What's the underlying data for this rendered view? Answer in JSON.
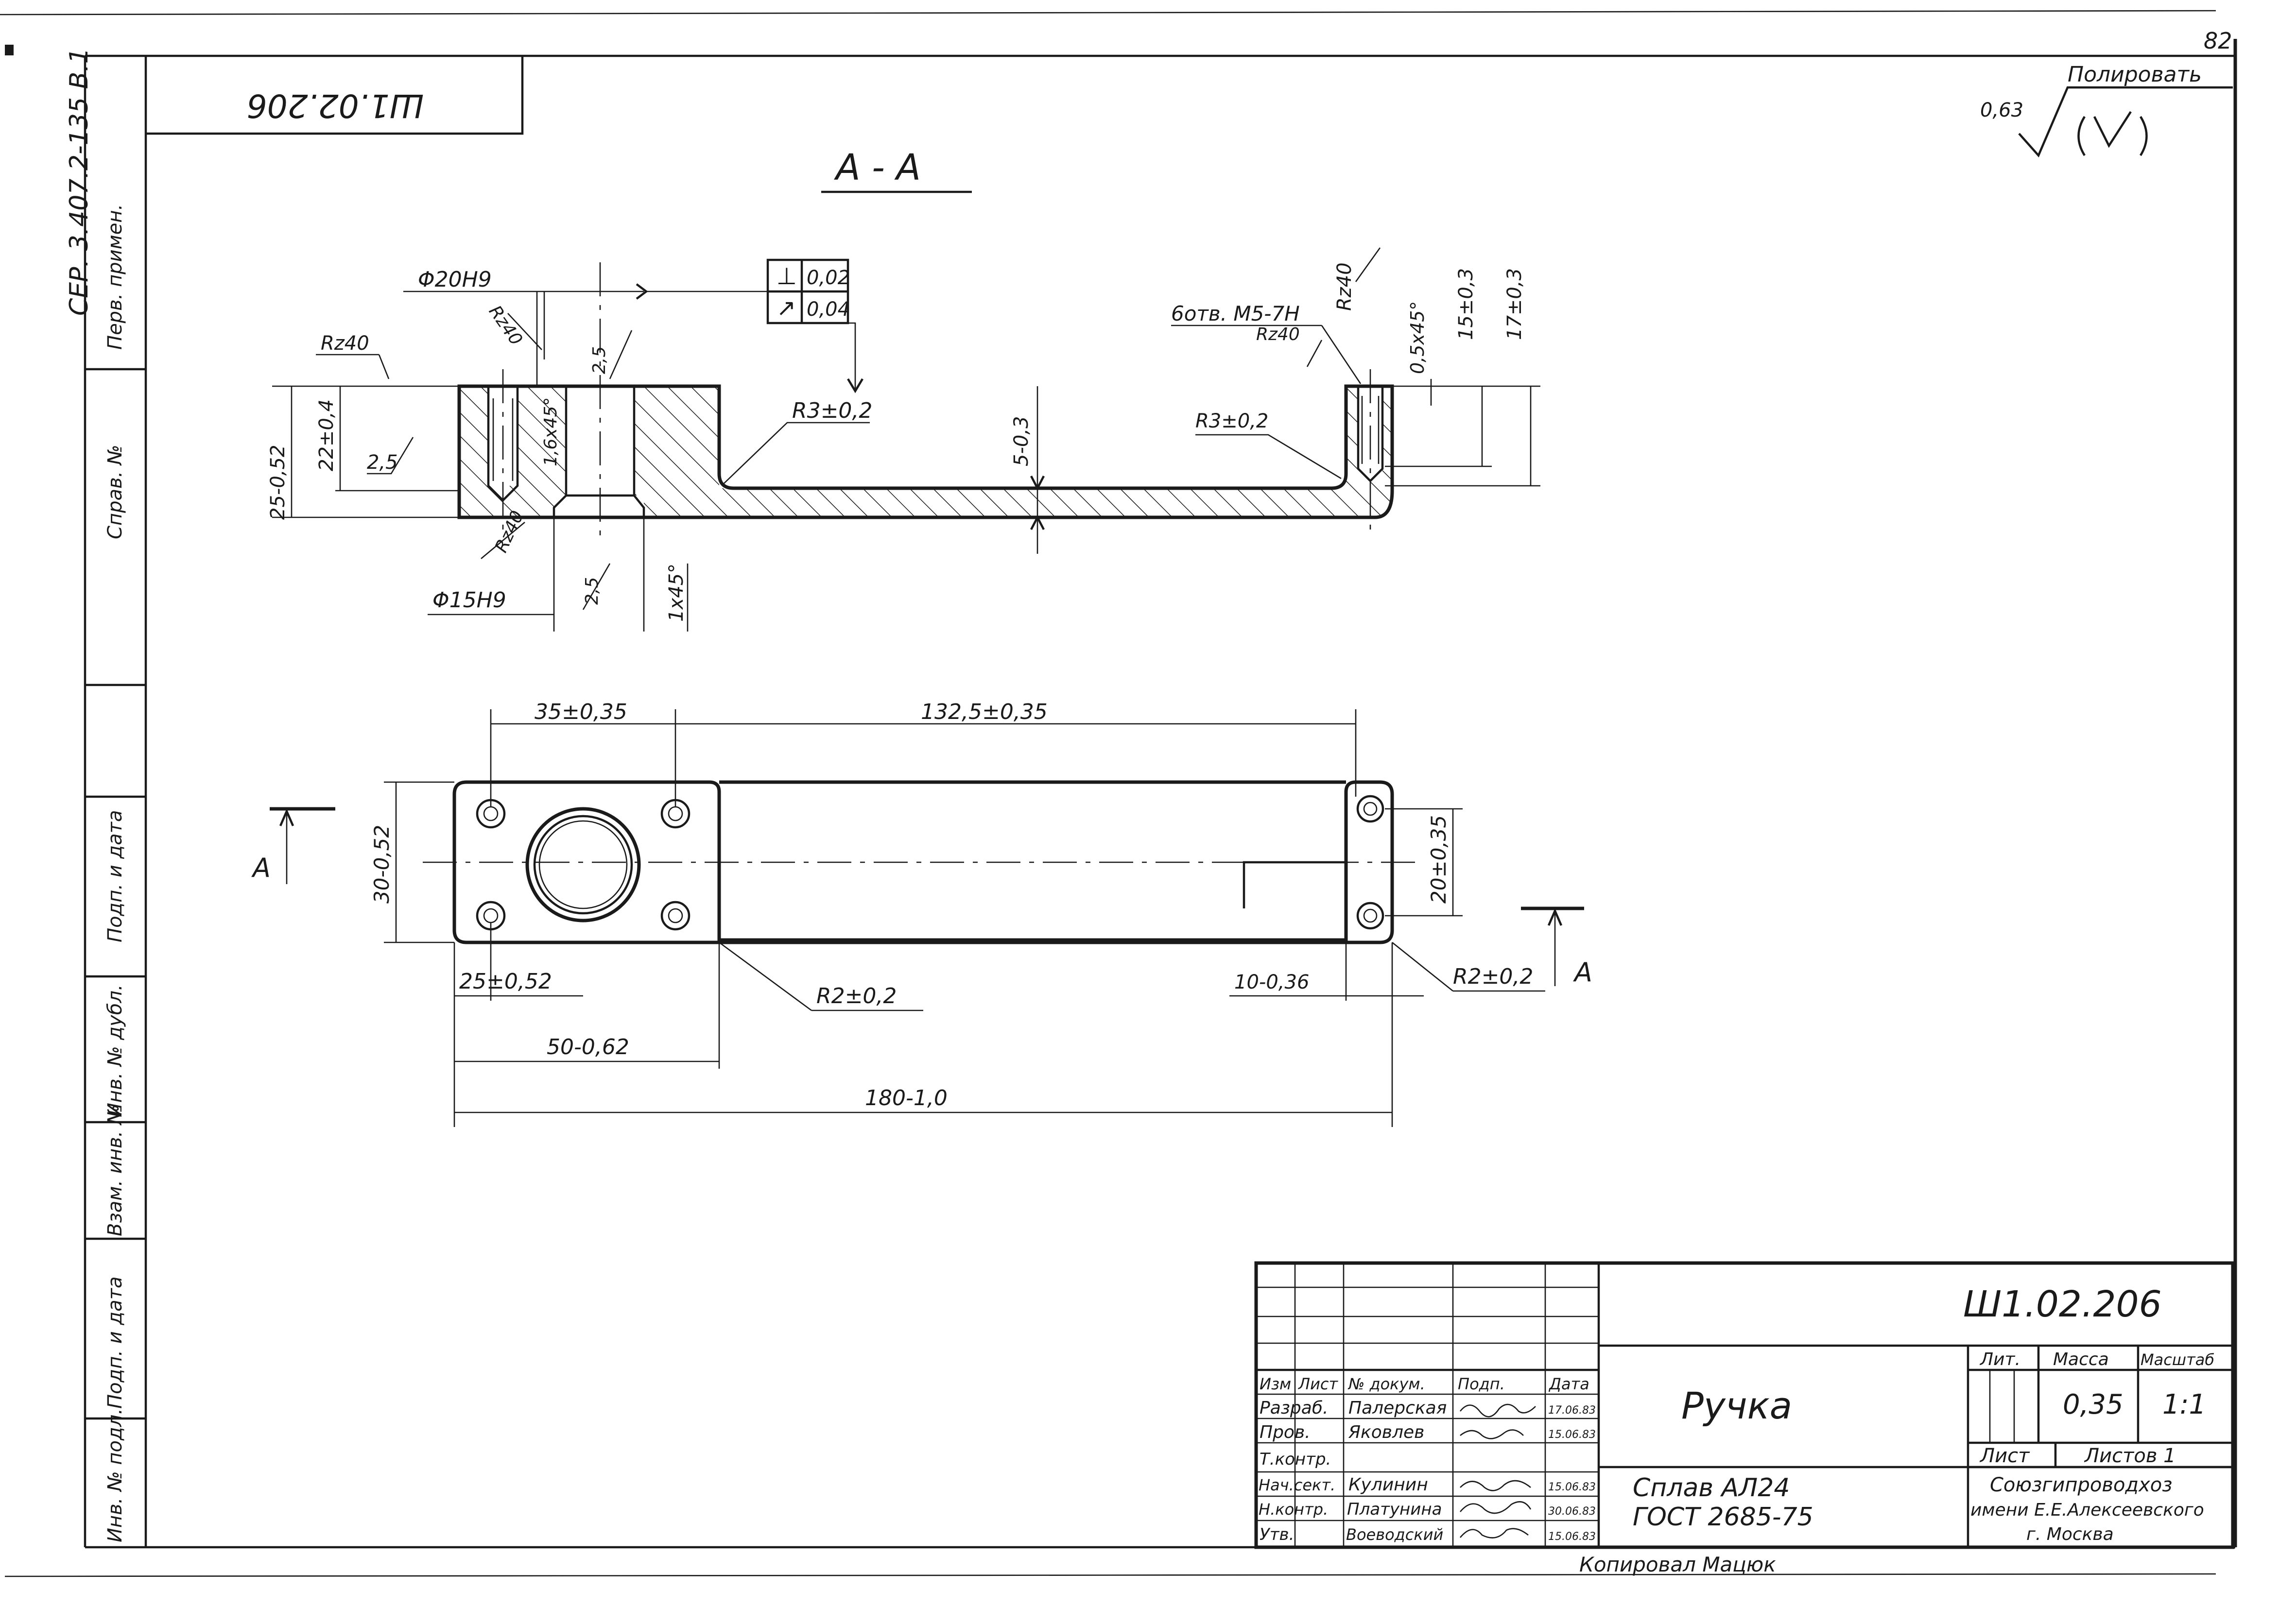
{
  "corner_number": "82",
  "doc_code_rotated": "Ш1.02.206",
  "series_side": "СЕР. 3.407.2-135 В.1",
  "side_labels": {
    "perv_primen": "Перв. примен.",
    "sprav_no": "Справ. №",
    "podp_i_data_1": "Подп. и дата",
    "inv_no_dubl": "Инв. № дубл.",
    "vzam_inv_no": "Взам. инв. №",
    "podp_i_data_2": "Подп. и дата",
    "inv_no_podl": "Инв. № подл."
  },
  "roughness": {
    "value": "0,63",
    "note": "Полировать"
  },
  "section_title": "А - А",
  "section_marks": {
    "left": "А",
    "right": "А"
  },
  "section_dims": {
    "phi20": "Φ20Н9",
    "phi15": "Φ15Н9",
    "tol_box": [
      "0,02",
      "0,04"
    ],
    "rz40": "Rz40",
    "c25_052": "25-0,52",
    "c22": "22±0,4",
    "v25a": "2,5",
    "v25b": "2,5",
    "v25c": "2,5",
    "ch16": "1,6х45°",
    "ch1": "1х45°",
    "r3l": "R3±0,2",
    "r3r": "R3±0,2",
    "t5": "5-0,3",
    "hole": "6отв. М5-7Н",
    "ch05": "0,5х45°",
    "d15": "15±0,3",
    "d17": "17±0,3"
  },
  "plan_dims": {
    "d35": "35±0,35",
    "d1325": "132,5±0,35",
    "d30": "30-0,52",
    "d20": "20±0,35",
    "d25": "25±0,52",
    "r2l": "R2±0,2",
    "d10": "10-0,36",
    "r2r": "R2±0,2",
    "d50": "50-0,62",
    "d180": "180-1,0"
  },
  "title_block": {
    "designation": "Ш1.02.206",
    "part_name": "Ручка",
    "material_line1": "Сплав АЛ24",
    "material_line2": "ГОСТ 2685-75",
    "col_headers": [
      "Изм",
      "Лист",
      "№ докум.",
      "Подп.",
      "Дата"
    ],
    "roles": [
      {
        "role": "Разраб.",
        "name": "Палерская",
        "date": "17.06.83"
      },
      {
        "role": "Пров.",
        "name": "Яковлев",
        "date": "15.06.83"
      },
      {
        "role": "Т.контр.",
        "name": "",
        "date": ""
      },
      {
        "role": "Нач.сект.",
        "name": "Кулинин",
        "date": "15.06.83"
      },
      {
        "role": "Н.контр.",
        "name": "Платунина",
        "date": "30.06.83"
      },
      {
        "role": "Утв.",
        "name": "Воеводский",
        "date": "15.06.83"
      }
    ],
    "lit_label": "Лит.",
    "mass_label": "Масса",
    "scale_label": "Масштаб",
    "mass": "0,35",
    "scale": "1:1",
    "sheet_label": "Лист",
    "sheets_label": "Листов 1",
    "org1": "Союзгипроводхоз",
    "org2": "имени Е.Е.Алексеевского",
    "org3": "г. Москва",
    "copied_by": "Копировал  Мацюк"
  }
}
